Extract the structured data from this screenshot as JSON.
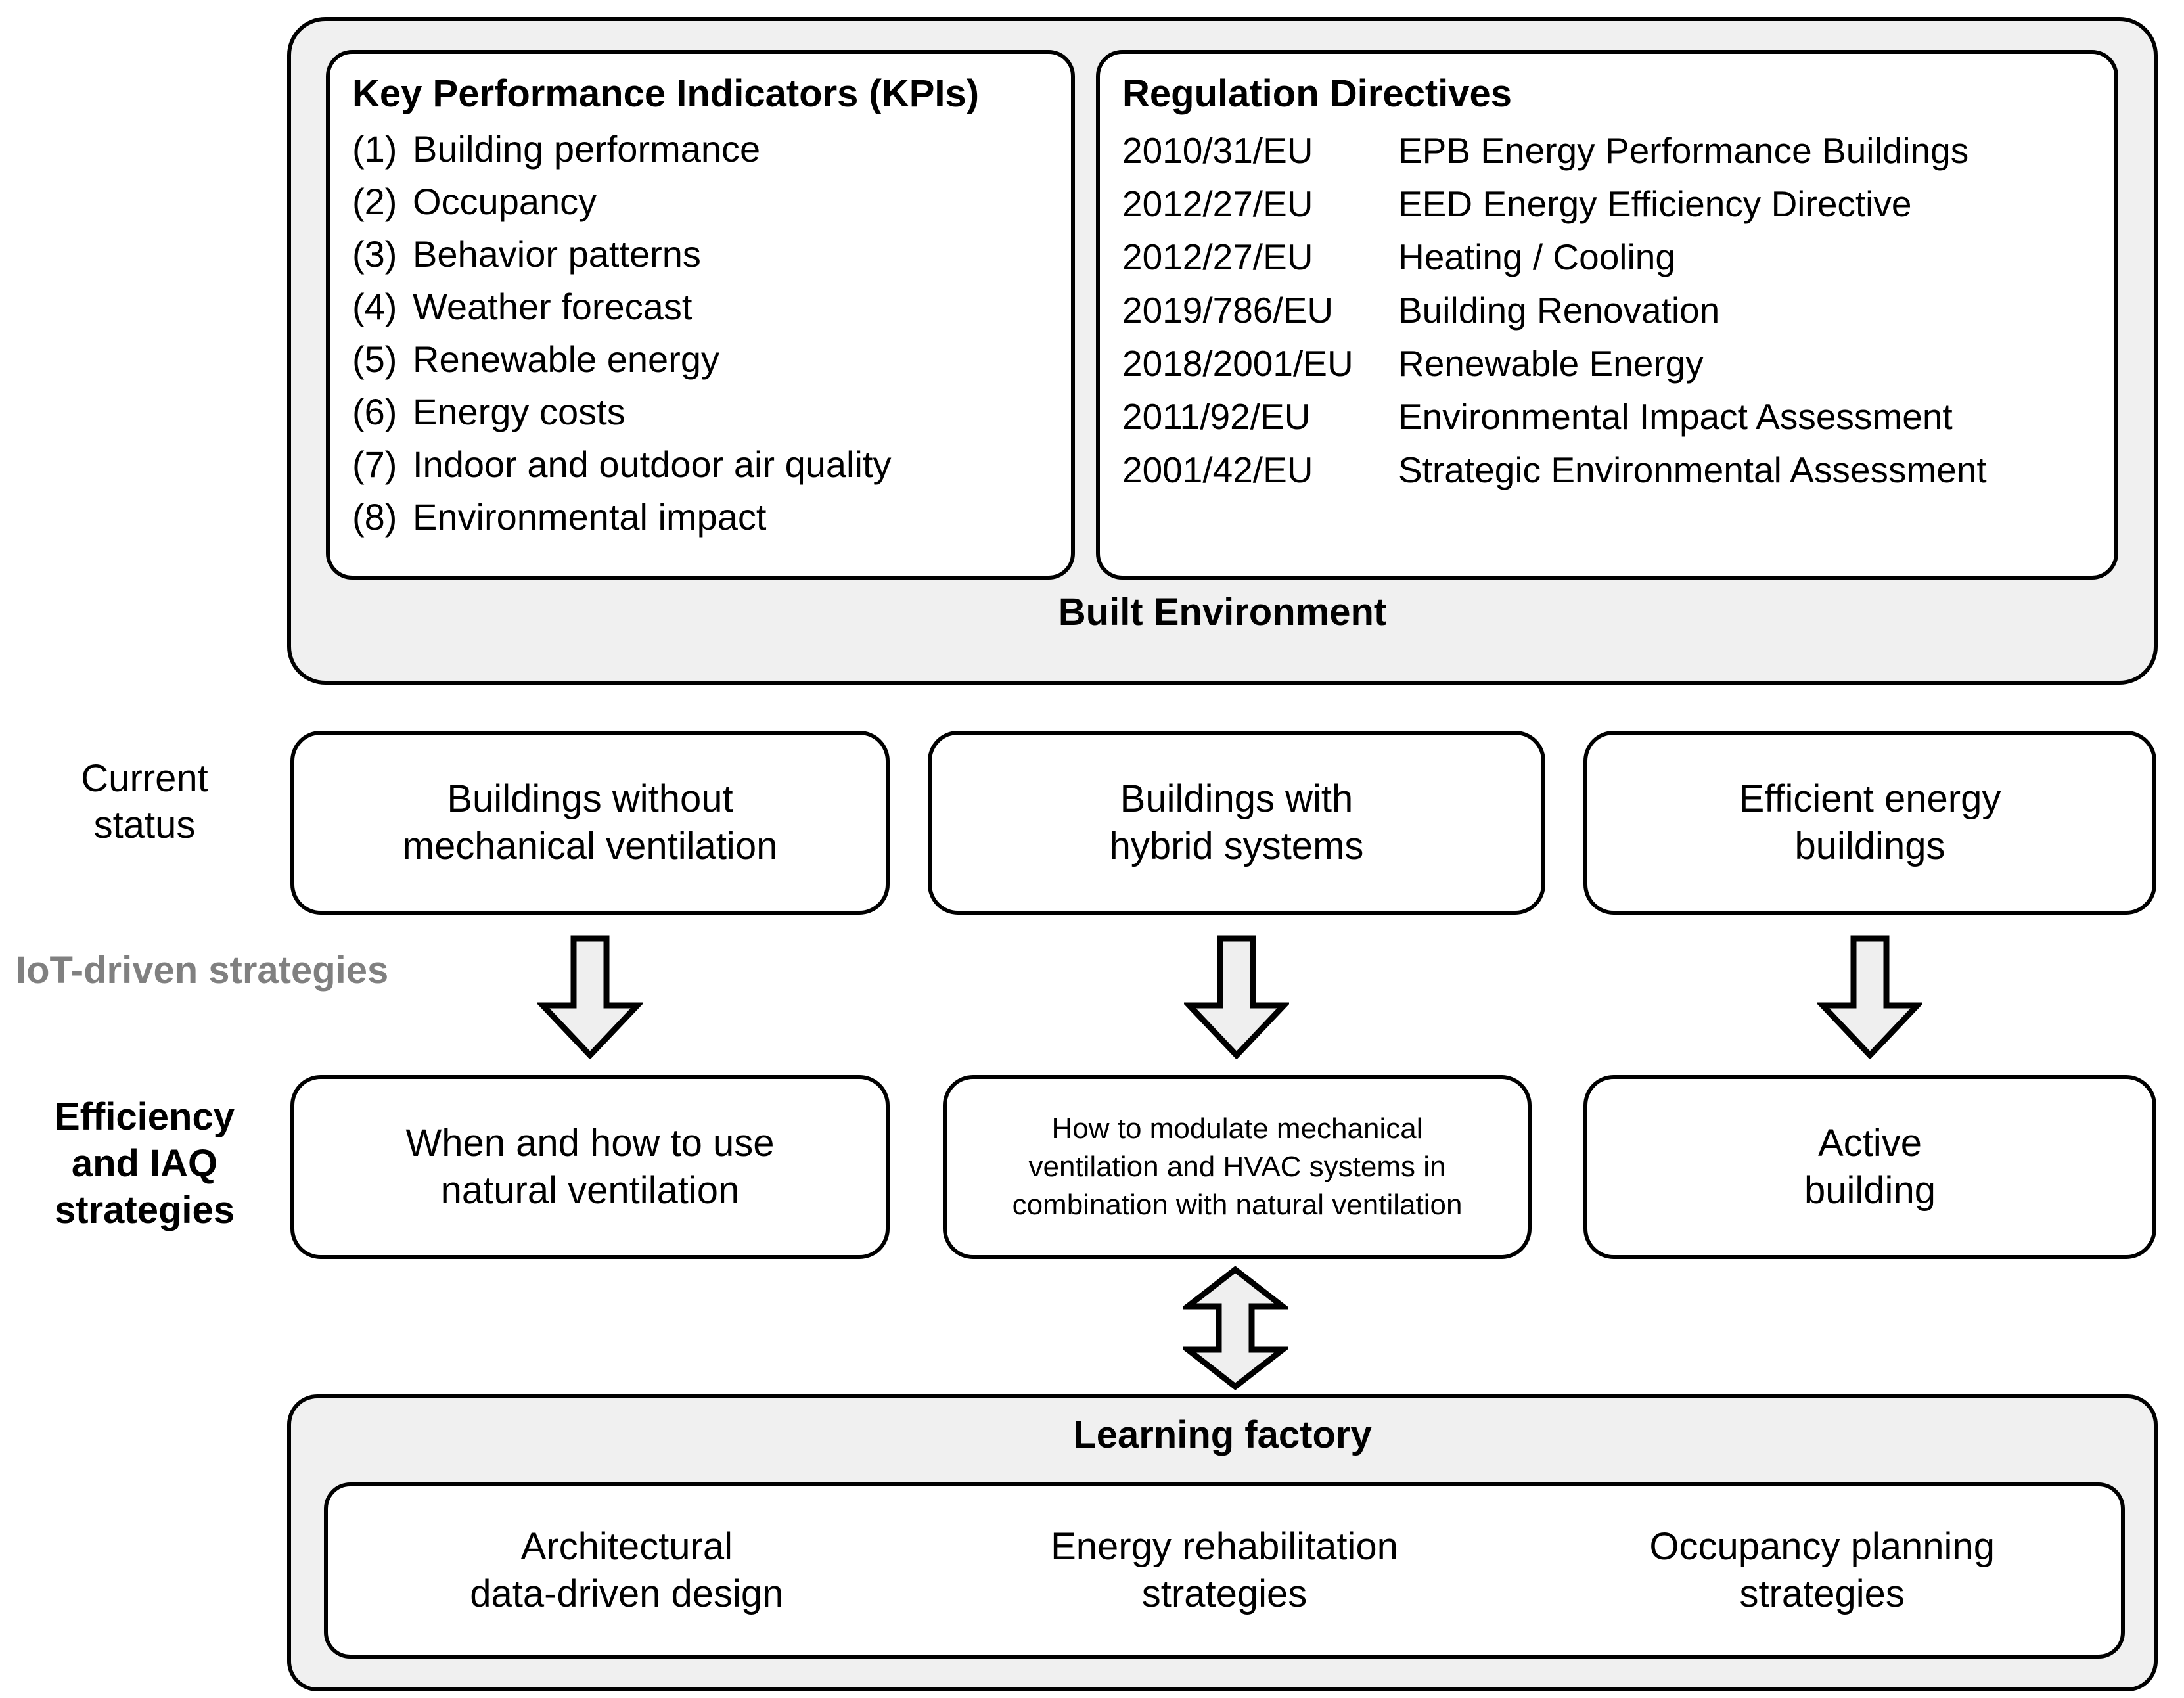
{
  "built_environment": {
    "label": "Built Environment",
    "kpi": {
      "title": "Key Performance Indicators (KPIs)",
      "items": [
        {
          "num": "(1)",
          "text": "Building performance"
        },
        {
          "num": "(2)",
          "text": "Occupancy"
        },
        {
          "num": "(3)",
          "text": "Behavior patterns"
        },
        {
          "num": "(4)",
          "text": "Weather forecast"
        },
        {
          "num": "(5)",
          "text": "Renewable energy"
        },
        {
          "num": "(6)",
          "text": "Energy costs"
        },
        {
          "num": "(7)",
          "text": "Indoor and outdoor air quality"
        },
        {
          "num": "(8)",
          "text": "Environmental impact"
        }
      ]
    },
    "regulations": {
      "title": "Regulation Directives",
      "items": [
        {
          "code": "2010/31/EU",
          "text": "EPB Energy Performance Buildings"
        },
        {
          "code": "2012/27/EU",
          "text": "EED Energy Efficiency Directive"
        },
        {
          "code": "2012/27/EU",
          "text": "Heating / Cooling"
        },
        {
          "code": "2019/786/EU",
          "text": "Building Renovation"
        },
        {
          "code": "2018/2001/EU",
          "text": "Renewable Energy"
        },
        {
          "code": "2011/92/EU",
          "text": "Environmental Impact Assessment"
        },
        {
          "code": "2001/42/EU",
          "text": "Strategic Environmental Assessment"
        }
      ]
    }
  },
  "row_labels": {
    "current_status": "Current\nstatus",
    "iot_driven": "IoT-driven strategies",
    "efficiency": "Efficiency\nand IAQ\nstrategies"
  },
  "current_status_boxes": [
    "Buildings without\nmechanical ventilation",
    "Buildings with\nhybrid systems",
    "Efficient energy\nbuildings"
  ],
  "strategy_boxes": [
    "When and how to use\nnatural ventilation",
    "How to modulate mechanical\nventilation and HVAC systems in\ncombination with natural ventilation",
    "Active\nbuilding"
  ],
  "learning_factory": {
    "title": "Learning factory",
    "columns": [
      "Architectural\ndata-driven design",
      "Energy rehabilitation\nstrategies",
      "Occupancy planning\nstrategies"
    ]
  },
  "colors": {
    "panel_fill": "#f0f0f0",
    "arrow_fill": "#efefef",
    "outline": "#000000",
    "iot_label": "#808080"
  }
}
